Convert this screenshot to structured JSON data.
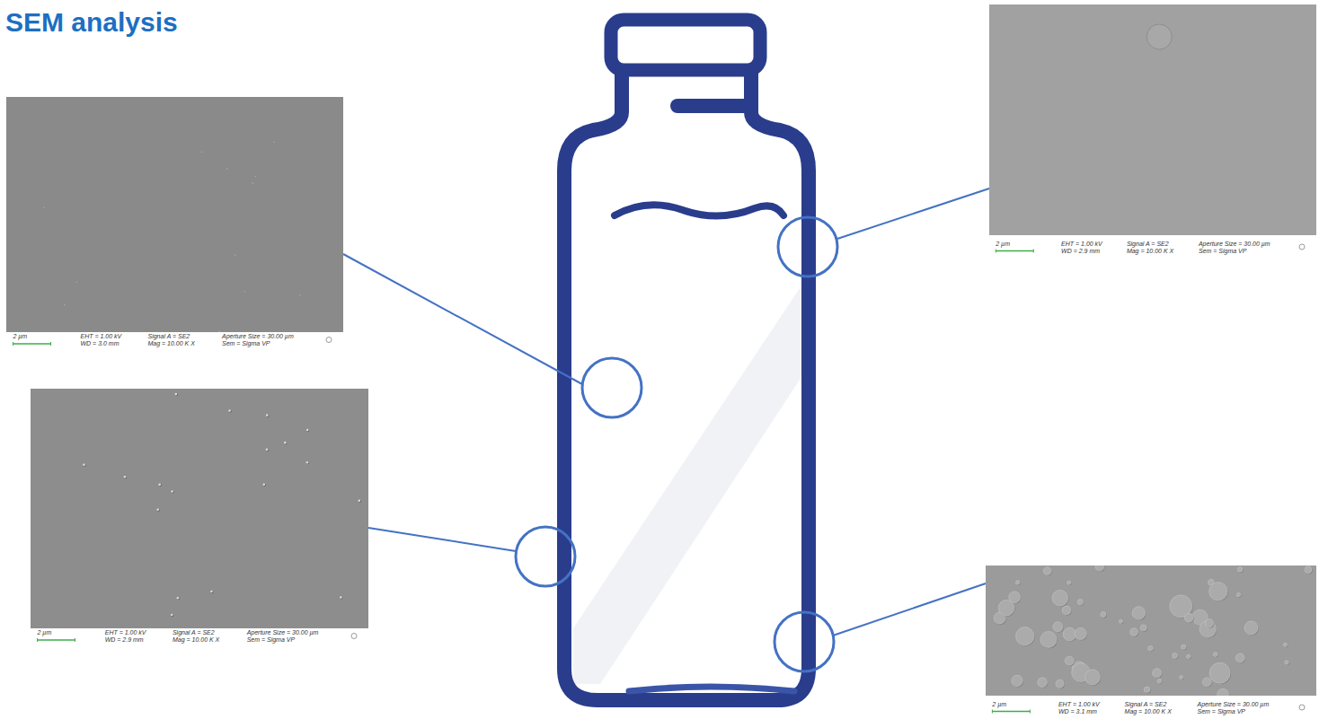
{
  "diagram": {
    "title": "SEM analysis",
    "nodes": [
      {
        "text": [
          "2 µm",
          "EHT = 1.00 kV",
          "WD = 3.0 mm",
          "Signal A = SE2",
          "Mag = 10.00 K X",
          "Aperture Size = 30.00 µm",
          "Sem = Sigma VP"
        ]
      },
      {
        "text": [
          "2 µm",
          "EHT = 1.00 kV",
          "WD = 2.9 mm",
          "Signal A = SE2",
          "Mag = 10.00 K X",
          "Aperture Size = 30.00 µm",
          "Sem = Sigma VP"
        ]
      },
      {
        "text": [
          "2 µm",
          "EHT = 1.00 kV",
          "WD = 2.9 mm",
          "Signal A = SE2",
          "Mag = 10.00 K X",
          "Aperture Size = 30.00 µm",
          "Sem = Sigma VP"
        ]
      },
      {
        "text": [
          "2 µm",
          "EHT = 1.00 kV",
          "WD = 3.1 mm",
          "Signal A = SE2",
          "Mag = 10.00 K X",
          "Aperture Size = 30.00 µm",
          "Sem = Sigma VP"
        ]
      }
    ]
  }
}
